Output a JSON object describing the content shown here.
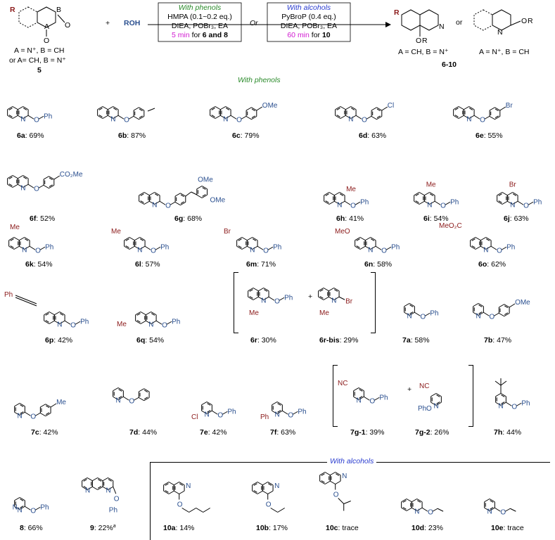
{
  "scheme": {
    "reactant_label": "5",
    "reactant_R": "R",
    "reactant_A": "A",
    "reactant_B": "B",
    "reactant_note1": "A = N⁺, B = CH",
    "reactant_note2": "or A= CH, B = N⁺",
    "plus": "+",
    "roh": "ROH",
    "or_text": "Or",
    "phenols_box": {
      "title": "With phenols",
      "line1": "HMPA (0.1~0.2 eq.)",
      "line2": "DIEA, POBr₃, EA",
      "time": "5 min",
      "for_text": " for ",
      "products": "6 and 8"
    },
    "alcohols_box": {
      "title": "With alcohols",
      "line1": "PyBroP (0.4 eq.)",
      "line2": "DIEA, POBr₃, EA",
      "time": "60 min",
      "for_text": " for ",
      "products": "10"
    },
    "product_note1": "A = CH, B = N⁺",
    "product_note2": "A = N⁺, B = CH",
    "product_or": "or",
    "product_label": "6-10"
  },
  "sections": {
    "phenols": "With phenols",
    "alcohols": "With alcohols"
  },
  "compounds": [
    {
      "id": "6a",
      "yield": ": 69%"
    },
    {
      "id": "6b",
      "yield": ": 87%"
    },
    {
      "id": "6c",
      "yield": ": 79%"
    },
    {
      "id": "6d",
      "yield": ": 63%"
    },
    {
      "id": "6e",
      "yield": ": 55%"
    },
    {
      "id": "6f",
      "yield": ": 52%"
    },
    {
      "id": "6g",
      "yield": ": 68%"
    },
    {
      "id": "6h",
      "yield": ": 41%"
    },
    {
      "id": "6i",
      "yield": ": 54%"
    },
    {
      "id": "6j",
      "yield": ": 63%"
    },
    {
      "id": "6k",
      "yield": ": 54%"
    },
    {
      "id": "6l",
      "yield": ": 57%"
    },
    {
      "id": "6m",
      "yield": ": 71%"
    },
    {
      "id": "6n",
      "yield": ": 58%"
    },
    {
      "id": "6o",
      "yield": ": 62%"
    },
    {
      "id": "6p",
      "yield": ": 42%"
    },
    {
      "id": "6q",
      "yield": ": 54%"
    },
    {
      "id": "6r",
      "yield": ": 30%"
    },
    {
      "id": "6r-bis",
      "yield": ": 29%"
    },
    {
      "id": "7a",
      "yield": ": 58%"
    },
    {
      "id": "7b",
      "yield": ": 47%"
    },
    {
      "id": "7c",
      "yield": ": 42%"
    },
    {
      "id": "7d",
      "yield": ": 44%"
    },
    {
      "id": "7e",
      "yield": ": 42%"
    },
    {
      "id": "7f",
      "yield": ": 63%"
    },
    {
      "id": "7g-1",
      "yield": ": 39%"
    },
    {
      "id": "7g-2",
      "yield": ": 26%"
    },
    {
      "id": "7h",
      "yield": ": 44%"
    },
    {
      "id": "8",
      "yield": ": 66%"
    },
    {
      "id": "9",
      "yield": ": 22%",
      "note": "a"
    },
    {
      "id": "10a",
      "yield": ": 14%"
    },
    {
      "id": "10b",
      "yield": ": 17%"
    },
    {
      "id": "10c",
      "yield": ": trace"
    },
    {
      "id": "10d",
      "yield": ": 23%"
    },
    {
      "id": "10e",
      "yield": ": trace"
    }
  ],
  "atoms": {
    "N": "N",
    "O": "O",
    "Ph": "Ph",
    "OMe": "OMe",
    "Cl": "Cl",
    "Br": "Br",
    "Me": "Me",
    "MeO": "MeO",
    "CO2Me": "CO₂Me",
    "MeO2C": "MeO₂C",
    "NC": "NC"
  },
  "colors": {
    "blue": "#2a4f8f",
    "red": "#8b1a1a",
    "green": "#2a8a2a",
    "violet": "#2a3ccf",
    "magenta": "#d11ad1"
  }
}
